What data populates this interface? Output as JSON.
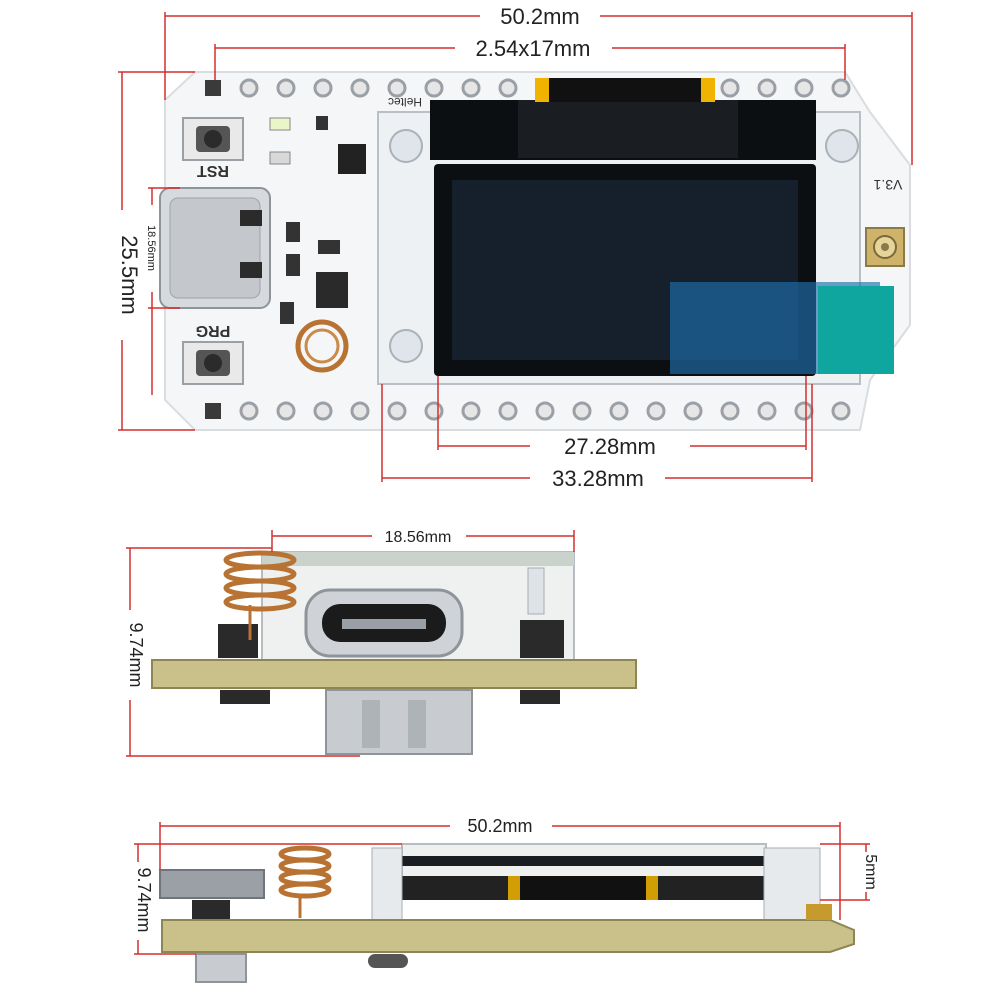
{
  "colors": {
    "dimension_line": "#d32f2f",
    "pcb_white": "#f4f6f7",
    "pcb_edge": "#d9dde0",
    "pcb_side": "#c9c08a",
    "oled_dark": "#16202c",
    "oled_frame": "#0c0f12",
    "copper": "#b87333",
    "metal": "#c8ccd0",
    "blue_film": "#1f6fae",
    "teal_tab": "#0fa6a0",
    "yellow_flex": "#f0b400"
  },
  "views": {
    "top": {
      "dims": {
        "overall_width": "50.2mm",
        "pin_span": "2.54x17mm",
        "overall_height": "25.5mm",
        "usb_height": "18.56mm",
        "screen_active": "27.28mm",
        "screen_module": "33.28mm"
      },
      "labels": {
        "reset_button": "RST",
        "program_button": "PRG",
        "version": "V3.1",
        "brand": "Heltec"
      }
    },
    "front": {
      "dims": {
        "usb_width": "18.56mm",
        "height": "9.74mm"
      }
    },
    "side": {
      "dims": {
        "length": "50.2mm",
        "height": "9.74mm",
        "oled_height": "5mm"
      }
    }
  }
}
